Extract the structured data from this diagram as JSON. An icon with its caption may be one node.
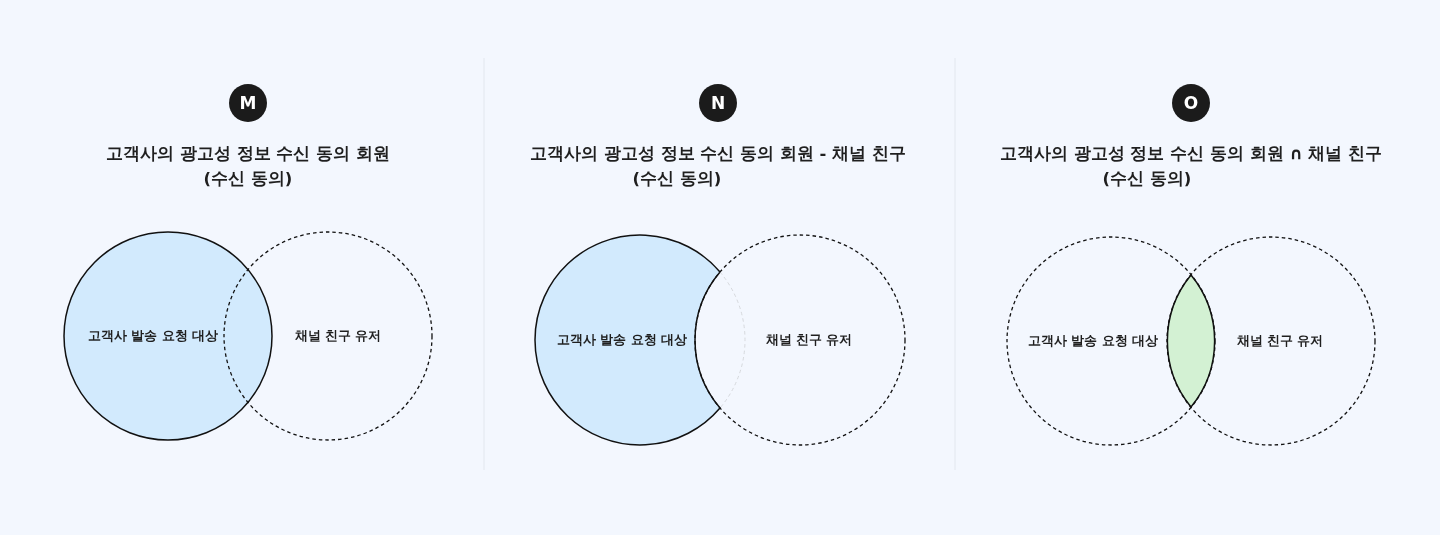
{
  "diagram": {
    "nodes": [
      {
        "text": [
          "M"
        ]
      },
      {
        "text": [
          "고객사 발송 요청 대상"
        ]
      },
      {
        "text": [
          "채널 친구 유저"
        ]
      },
      {
        "text": [
          "N"
        ]
      },
      {
        "text": [
          "고객사 발송 요청 대상"
        ]
      },
      {
        "text": [
          "채널 친구 유저"
        ]
      },
      {
        "text": [
          "O"
        ]
      },
      {
        "text": [
          "고객사 발송 요청 대상"
        ]
      },
      {
        "text": [
          "채널 친구 유저"
        ]
      },
      {
        "text": [],
        "shape": "lens"
      }
    ],
    "labels": [
      "고객사의 광고성 정보 수신 동의 회원",
      "(수신 동의)",
      "고객사의 광고성 정보 수신 동의 회원 - 채널 친구",
      "(수신 동의)",
      "고객사의 광고성 정보 수신 동의 회원 ∩ 채널 친구",
      "(수신 동의)"
    ]
  }
}
